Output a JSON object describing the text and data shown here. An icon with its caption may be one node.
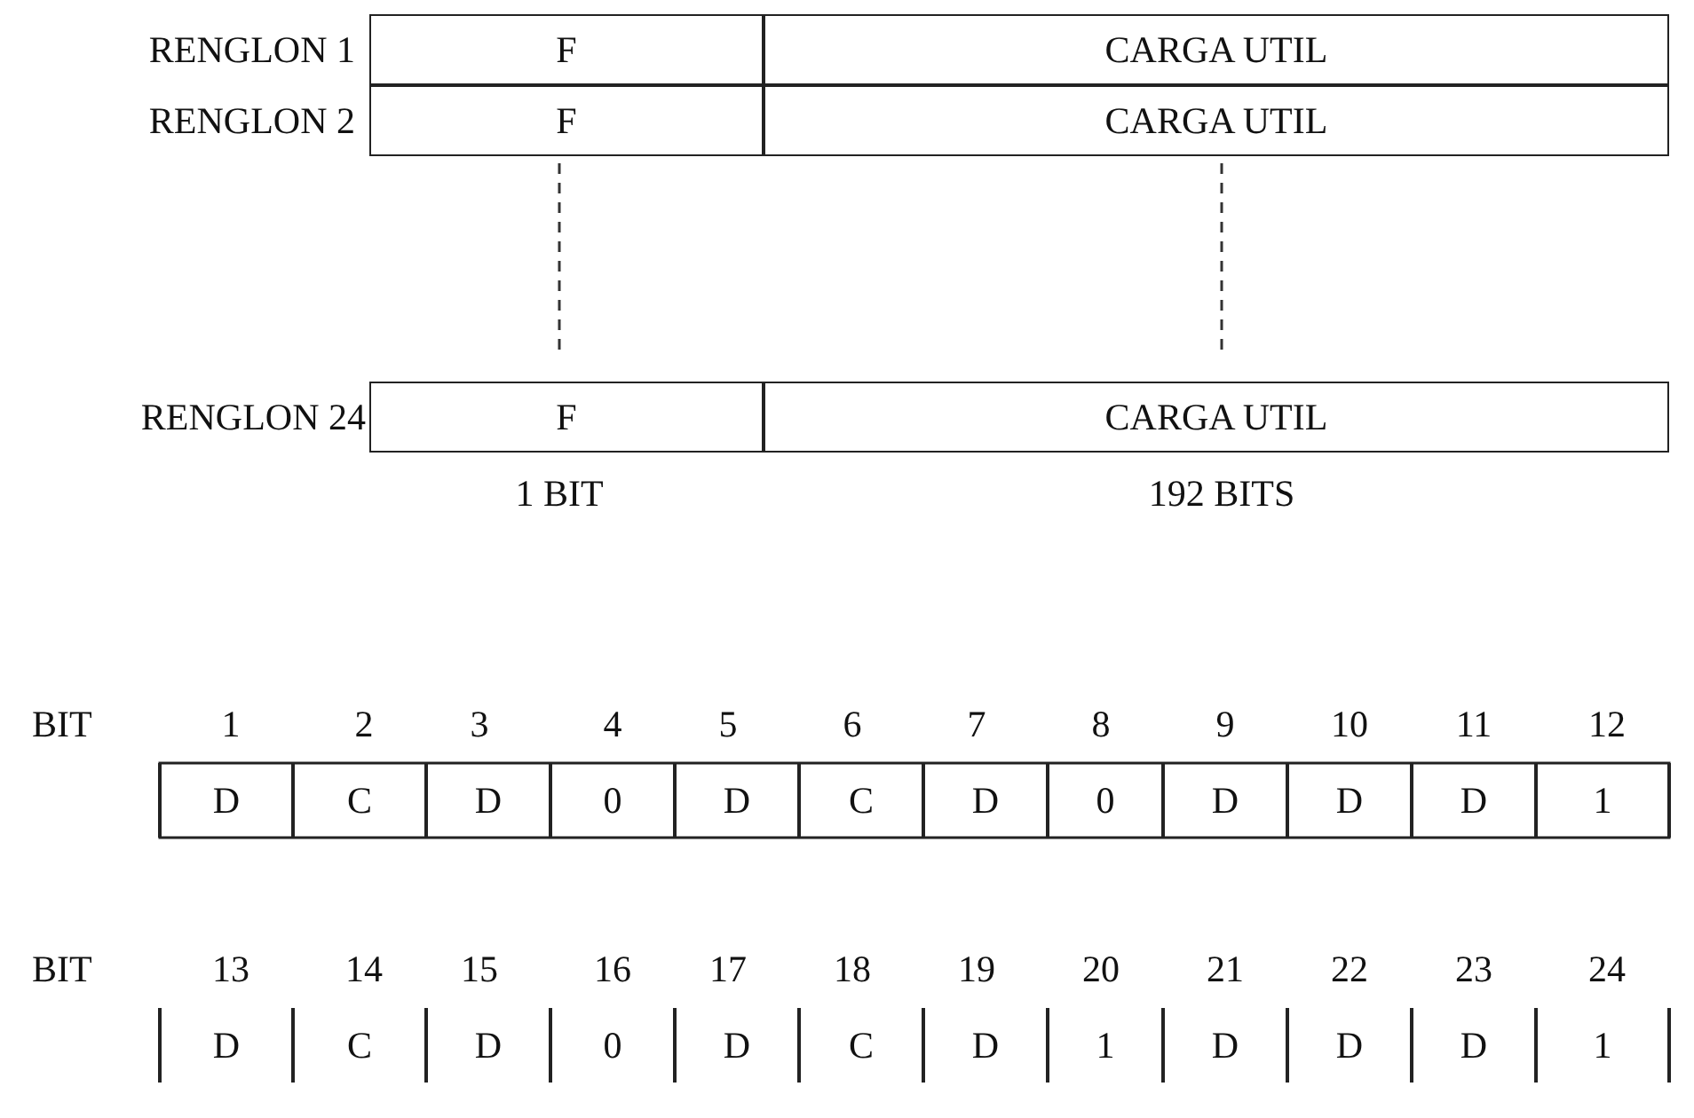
{
  "diagram": {
    "nodes": [
      {
        "text": [
          "F"
        ]
      },
      {
        "text": [
          "CARGA UTIL"
        ]
      },
      {
        "text": [
          "F"
        ]
      },
      {
        "text": [
          "CARGA UTIL"
        ]
      },
      {
        "text": [
          "F"
        ]
      },
      {
        "text": [
          "CARGA UTIL"
        ]
      }
    ],
    "labels": [
      "RENGLON 1",
      "RENGLON 2",
      "RENGLON 24",
      "1 BIT",
      "192 BITS",
      "BIT",
      "1",
      "2",
      "3",
      "4",
      "5",
      "6",
      "7",
      "8",
      "9",
      "10",
      "11",
      "12",
      "D",
      "C",
      "D",
      "0",
      "D",
      "C",
      "D",
      "0",
      "D",
      "D",
      "D",
      "1",
      "BIT",
      "13",
      "14",
      "15",
      "16",
      "17",
      "18",
      "19",
      "20",
      "21",
      "22",
      "23",
      "24",
      "D",
      "C",
      "D",
      "0",
      "D",
      "C",
      "D",
      "1",
      "D",
      "D",
      "D",
      "1"
    ]
  }
}
